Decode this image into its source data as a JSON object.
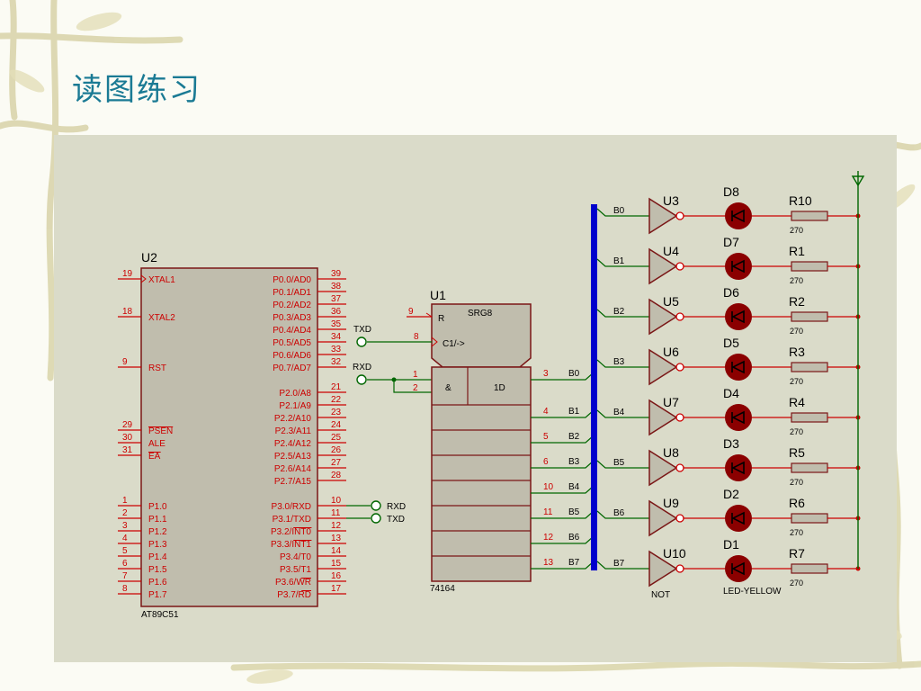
{
  "title": "读图练习",
  "mcu": {
    "ref": "U2",
    "part": "AT89C51",
    "left_pins": [
      {
        "num": "19",
        "name": "XTAL1"
      },
      {
        "num": "18",
        "name": "XTAL2"
      },
      {
        "num": "9",
        "name": "RST"
      },
      {
        "num": "29",
        "name": "PSEN"
      },
      {
        "num": "30",
        "name": "ALE"
      },
      {
        "num": "31",
        "name": "EA"
      },
      {
        "num": "1",
        "name": "P1.0"
      },
      {
        "num": "2",
        "name": "P1.1"
      },
      {
        "num": "3",
        "name": "P1.2"
      },
      {
        "num": "4",
        "name": "P1.3"
      },
      {
        "num": "5",
        "name": "P1.4"
      },
      {
        "num": "6",
        "name": "P1.5"
      },
      {
        "num": "7",
        "name": "P1.6"
      },
      {
        "num": "8",
        "name": "P1.7"
      }
    ],
    "right_pins": [
      {
        "num": "39",
        "name": "P0.0/AD0"
      },
      {
        "num": "38",
        "name": "P0.1/AD1"
      },
      {
        "num": "37",
        "name": "P0.2/AD2"
      },
      {
        "num": "36",
        "name": "P0.3/AD3"
      },
      {
        "num": "35",
        "name": "P0.4/AD4"
      },
      {
        "num": "34",
        "name": "P0.5/AD5"
      },
      {
        "num": "33",
        "name": "P0.6/AD6"
      },
      {
        "num": "32",
        "name": "P0.7/AD7"
      },
      {
        "num": "21",
        "name": "P2.0/A8"
      },
      {
        "num": "22",
        "name": "P2.1/A9"
      },
      {
        "num": "23",
        "name": "P2.2/A10"
      },
      {
        "num": "24",
        "name": "P2.3/A11"
      },
      {
        "num": "25",
        "name": "P2.4/A12"
      },
      {
        "num": "26",
        "name": "P2.5/A13"
      },
      {
        "num": "27",
        "name": "P2.6/A14"
      },
      {
        "num": "28",
        "name": "P2.7/A15"
      },
      {
        "num": "10",
        "name": "P3.0/RXD"
      },
      {
        "num": "11",
        "name": "P3.1/TXD"
      },
      {
        "num": "12",
        "name": "P3.2/INT0"
      },
      {
        "num": "13",
        "name": "P3.3/INT1"
      },
      {
        "num": "14",
        "name": "P3.4/T0"
      },
      {
        "num": "15",
        "name": "P3.5/T1"
      },
      {
        "num": "16",
        "name": "P3.6/WR"
      },
      {
        "num": "17",
        "name": "P3.7/RD"
      }
    ],
    "terminals": [
      "RXD",
      "TXD"
    ]
  },
  "shift_register": {
    "ref": "U1",
    "part": "74164",
    "type_label": "SRG8",
    "reset_label": "R",
    "clock_label": "C1/->",
    "and_label": "&",
    "data_label": "1D",
    "pin_r": "9",
    "pin_clk": "8",
    "pin_a": "1",
    "pin_b": "2",
    "clk_terminal": "TXD",
    "data_terminal": "RXD",
    "outputs": [
      {
        "pin": "3",
        "net": "B0"
      },
      {
        "pin": "4",
        "net": "B1"
      },
      {
        "pin": "5",
        "net": "B2"
      },
      {
        "pin": "6",
        "net": "B3"
      },
      {
        "pin": "10",
        "net": "B4"
      },
      {
        "pin": "11",
        "net": "B5"
      },
      {
        "pin": "12",
        "net": "B6"
      },
      {
        "pin": "13",
        "net": "B7"
      }
    ]
  },
  "drivers": [
    {
      "net": "B0",
      "inverter": "U3",
      "led": "D8",
      "resistor": "R10",
      "value": "270"
    },
    {
      "net": "B1",
      "inverter": "U4",
      "led": "D7",
      "resistor": "R1",
      "value": "270"
    },
    {
      "net": "B2",
      "inverter": "U5",
      "led": "D6",
      "resistor": "R2",
      "value": "270"
    },
    {
      "net": "B3",
      "inverter": "U6",
      "led": "D5",
      "resistor": "R3",
      "value": "270"
    },
    {
      "net": "B4",
      "inverter": "U7",
      "led": "D4",
      "resistor": "R4",
      "value": "270"
    },
    {
      "net": "B5",
      "inverter": "U8",
      "led": "D3",
      "resistor": "R5",
      "value": "270"
    },
    {
      "net": "B6",
      "inverter": "U9",
      "led": "D2",
      "resistor": "R6",
      "value": "270"
    },
    {
      "net": "B7",
      "inverter": "U10",
      "led": "D1",
      "resistor": "R7",
      "value": "270"
    }
  ],
  "inverter_type": "NOT",
  "led_type": "LED-YELLOW",
  "colors": {
    "bus": "#0000cc",
    "wire": "#006600",
    "pin": "#cc0000",
    "body": "#c0bdad",
    "led": "#8b0000",
    "title": "#1a7a94"
  }
}
